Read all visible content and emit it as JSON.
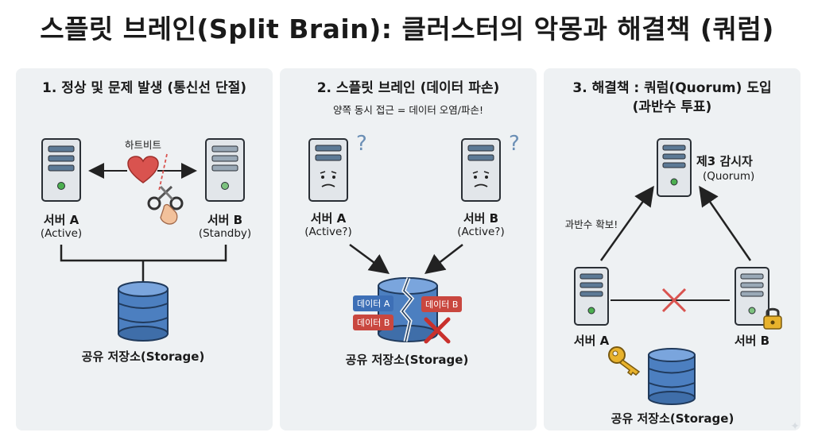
{
  "title": "스플릿 브레인(Split Brain): 클러스터의 악몽과 해결책 (쿼럼)",
  "panel1": {
    "title": "1. 정상 및 문제 발생 (통신선 단절)",
    "heartbeat": "하트비트",
    "server_a": {
      "name": "서버 A",
      "role": "(Active)"
    },
    "server_b": {
      "name": "서버 B",
      "role": "(Standby)"
    },
    "storage": "공유 저장소(Storage)"
  },
  "panel2": {
    "title": "2. 스플릿 브레인 (데이터 파손)",
    "subtitle": "양쪽 동시 접근 = 데이터 오염/파손!",
    "server_a": {
      "name": "서버 A",
      "role": "(Active?)"
    },
    "server_b": {
      "name": "서버 B",
      "role": "(Active?)"
    },
    "question_mark": "?",
    "tags": [
      "데이터 A",
      "데이터 B",
      "데이터 B"
    ],
    "storage": "공유 저장소(Storage)"
  },
  "panel3": {
    "title_line1": "3. 해결책 : 쿼럼(Quorum) 도입",
    "title_line2": "(과반수 투표)",
    "witness": {
      "name": "제3 감시자",
      "role": "(Quorum)"
    },
    "majority": "과반수 확보!",
    "server_a": "서버 A",
    "server_b": "서버 B",
    "storage": "공유 저장소(Storage)"
  },
  "watermark": "✦"
}
